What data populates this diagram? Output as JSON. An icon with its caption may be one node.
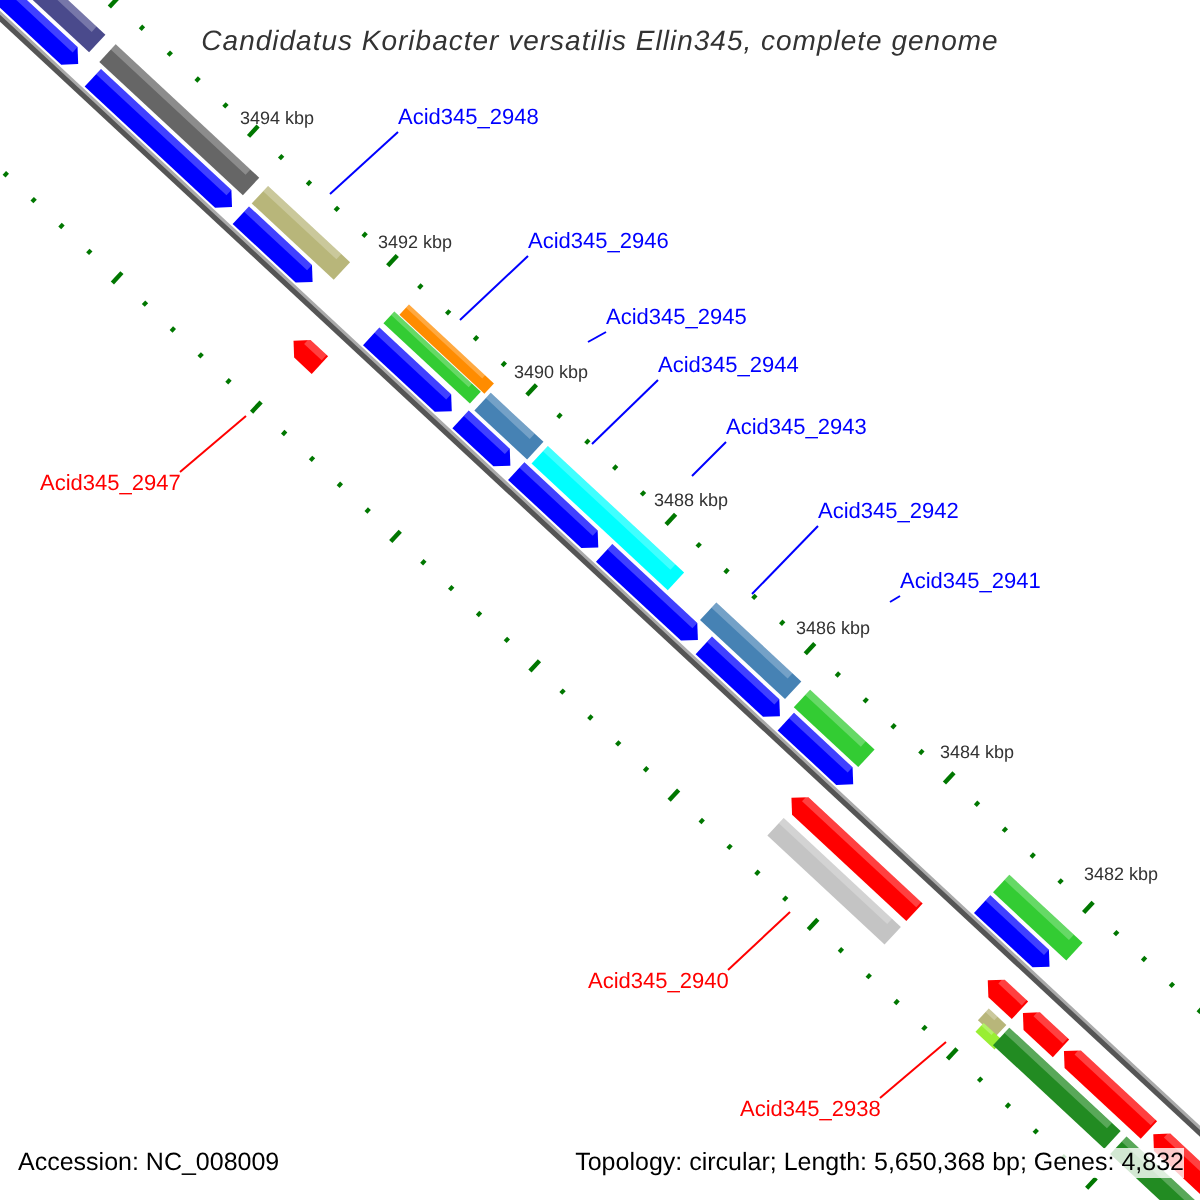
{
  "diagram": {
    "title": "Candidatus Koribacter versatilis Ellin345, complete genome",
    "nodes": [
      {
        "text": [
          "Acid345_2948"
        ]
      },
      {
        "text": [
          "Acid345_2946"
        ]
      },
      {
        "text": [
          "Acid345_2945"
        ]
      },
      {
        "text": [
          "Acid345_2944"
        ]
      },
      {
        "text": [
          "Acid345_2943"
        ]
      },
      {
        "text": [
          "Acid345_2947"
        ]
      },
      {
        "text": [
          "Acid345_2942"
        ]
      },
      {
        "text": [
          "Acid345_2941"
        ]
      },
      {
        "text": [
          "Acid345_2940"
        ]
      },
      {
        "text": [
          "Acid345_2938"
        ]
      }
    ],
    "edges": [
      {
        "from": 0,
        "to": null,
        "arrow": "none"
      },
      {
        "from": 1,
        "to": null,
        "arrow": "none"
      },
      {
        "from": 2,
        "to": null,
        "arrow": "none"
      },
      {
        "from": 3,
        "to": null,
        "arrow": "none"
      },
      {
        "from": 4,
        "to": null,
        "arrow": "none"
      },
      {
        "from": 5,
        "to": null,
        "arrow": "none",
        "color": "#ff0000"
      },
      {
        "from": 6,
        "to": null,
        "arrow": "none"
      },
      {
        "from": 7,
        "to": null,
        "arrow": "none"
      },
      {
        "from": 8,
        "to": null,
        "arrow": "none",
        "color": "#ff0000"
      },
      {
        "from": 9,
        "to": null,
        "arrow": "none",
        "color": "#ff0000"
      }
    ],
    "labels": [
      "3494 kbp",
      "3492 kbp",
      "3490 kbp",
      "3488 kbp",
      "3486 kbp",
      "3484 kbp",
      "3482 kbp",
      "Accession: NC_008009",
      "Topology: circular; Length: 5,650,368 bp; Genes: 4,832"
    ]
  }
}
